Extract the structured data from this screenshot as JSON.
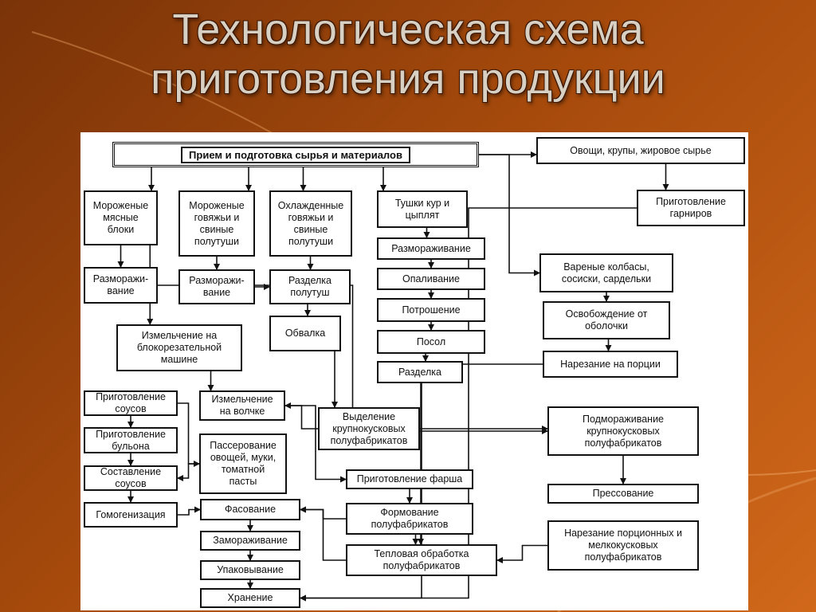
{
  "slide": {
    "title_line1": "Технологическая схема",
    "title_line2": "приготовления продукции"
  },
  "colors": {
    "background_dark": "#7a3308",
    "background_light": "#d1681a",
    "title_text": "#d9d0c4",
    "panel": "#ffffff",
    "ink": "#111111"
  },
  "diagram": {
    "nodes": [
      {
        "id": "priem",
        "label": "Прием и подготовка сырья и материалов"
      },
      {
        "id": "ovoschi",
        "label": "Овощи, крупы, жировое сырье"
      },
      {
        "id": "garnir",
        "label": "Приготовление\nгарниров"
      },
      {
        "id": "mor_myas",
        "label": "Мороженые\nмясные\nблоки"
      },
      {
        "id": "mor_gov",
        "label": "Мороженые\nговяжьи и\nсвиные\nполутуши"
      },
      {
        "id": "ohl_gov",
        "label": "Охлажденные\nговяжьи и\nсвиные\nполутуши"
      },
      {
        "id": "tushki",
        "label": "Тушки кур и\nцыплят"
      },
      {
        "id": "razmor1",
        "label": "Разморажи-\nвание"
      },
      {
        "id": "razmor2",
        "label": "Разморажи-\nвание"
      },
      {
        "id": "razdelka_pol",
        "label": "Разделка\nполутуш"
      },
      {
        "id": "razmor3",
        "label": "Размораживание"
      },
      {
        "id": "opal",
        "label": "Опаливание"
      },
      {
        "id": "potrosh",
        "label": "Потрошение"
      },
      {
        "id": "posol",
        "label": "Посол"
      },
      {
        "id": "razdelka",
        "label": "Разделка"
      },
      {
        "id": "obvalka",
        "label": "Обвалка"
      },
      {
        "id": "izmel_blok",
        "label": "Измельчение на\nблокорезательной\nмашине"
      },
      {
        "id": "kolbasy",
        "label": "Вареные колбасы,\nсосиски, сардельки"
      },
      {
        "id": "osvob",
        "label": "Освобождение от\nоболочки"
      },
      {
        "id": "narez_porc",
        "label": "Нарезание на порции"
      },
      {
        "id": "sous",
        "label": "Приготовление\nсоусов"
      },
      {
        "id": "bulon",
        "label": "Приготовление\nбульона"
      },
      {
        "id": "sostav",
        "label": "Составление\nсоусов"
      },
      {
        "id": "gomog",
        "label": "Гомогенизация"
      },
      {
        "id": "izmel_volch",
        "label": "Измельчение\nна волчке"
      },
      {
        "id": "passer",
        "label": "Пассерование\nовощей, муки,\nтоматной\nпасты"
      },
      {
        "id": "vydelenie",
        "label": "Выделение\nкрупнокусковых\nполуфабрикатов"
      },
      {
        "id": "podmor",
        "label": "Подмораживание\nкрупнокусковых\nполуфабрикатов"
      },
      {
        "id": "farsh",
        "label": "Приготовление фарша"
      },
      {
        "id": "pressov",
        "label": "Прессование"
      },
      {
        "id": "fasov",
        "label": "Фасование"
      },
      {
        "id": "formov",
        "label": "Формование\nполуфабрикатов"
      },
      {
        "id": "narez_melk",
        "label": "Нарезание порционных и\nмелкокусковых\nполуфабрикатов"
      },
      {
        "id": "zamor",
        "label": "Замораживание"
      },
      {
        "id": "teplo",
        "label": "Тепловая обработка\nполуфабрикатов"
      },
      {
        "id": "upak",
        "label": "Упаковывание"
      },
      {
        "id": "hranenie",
        "label": "Хранение"
      }
    ],
    "edges": [
      {
        "from": "priem",
        "to": "ovoschi"
      },
      {
        "from": "ovoschi",
        "to": "garnir"
      },
      {
        "from": "priem",
        "to": "mor_myas"
      },
      {
        "from": "priem",
        "to": "mor_gov"
      },
      {
        "from": "priem",
        "to": "ohl_gov"
      },
      {
        "from": "priem",
        "to": "tushki"
      },
      {
        "from": "priem",
        "to": "kolbasy"
      },
      {
        "from": "mor_myas",
        "to": "razmor1"
      },
      {
        "from": "mor_myas",
        "to": "izmel_blok"
      },
      {
        "from": "mor_gov",
        "to": "razmor2"
      },
      {
        "from": "razmor2",
        "to": "razdelka_pol"
      },
      {
        "from": "ohl_gov",
        "to": "razdelka_pol"
      },
      {
        "from": "razdelka_pol",
        "to": "obvalka"
      },
      {
        "from": "obvalka",
        "to": "vydelenie"
      },
      {
        "from": "tushki",
        "to": "razmor3"
      },
      {
        "from": "razmor3",
        "to": "opal"
      },
      {
        "from": "opal",
        "to": "potrosh"
      },
      {
        "from": "potrosh",
        "to": "posol"
      },
      {
        "from": "posol",
        "to": "razdelka"
      },
      {
        "from": "razdelka",
        "to": "teplo"
      },
      {
        "from": "razmor1",
        "to": "podmor"
      },
      {
        "from": "izmel_blok",
        "to": "izmel_volch"
      },
      {
        "from": "vydelenie",
        "to": "izmel_volch"
      },
      {
        "from": "vydelenie",
        "to": "podmor"
      },
      {
        "from": "izmel_volch",
        "to": "farsh"
      },
      {
        "from": "farsh",
        "to": "formov"
      },
      {
        "from": "formov",
        "to": "teplo"
      },
      {
        "from": "formov",
        "to": "fasov"
      },
      {
        "from": "kolbasy",
        "to": "osvob"
      },
      {
        "from": "osvob",
        "to": "narez_porc"
      },
      {
        "from": "narez_porc",
        "to": "hranenie"
      },
      {
        "from": "garnir",
        "to": "hranenie"
      },
      {
        "from": "podmor",
        "to": "pressov"
      },
      {
        "from": "narez_melk",
        "to": "teplo"
      },
      {
        "from": "sous",
        "to": "bulon"
      },
      {
        "from": "bulon",
        "to": "sostav"
      },
      {
        "from": "sostav",
        "to": "gomog"
      },
      {
        "from": "gomog",
        "to": "fasov"
      },
      {
        "from": "sous",
        "to": "passer"
      },
      {
        "from": "passer",
        "to": "sostav"
      },
      {
        "from": "fasov",
        "to": "zamor"
      },
      {
        "from": "zamor",
        "to": "upak"
      },
      {
        "from": "upak",
        "to": "hranenie"
      },
      {
        "from": "teplo",
        "to": "fasov"
      }
    ]
  }
}
